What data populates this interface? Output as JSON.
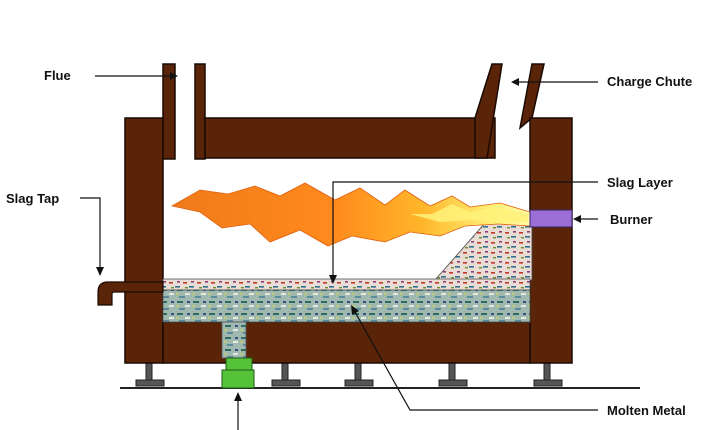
{
  "labels": {
    "flue": "Flue",
    "charge_chute": "Charge Chute",
    "slag_tap": "Slag Tap",
    "slag_layer": "Slag Layer",
    "burner": "Burner",
    "molten_metal": "Molten Metal"
  },
  "colors": {
    "wall": "#5a2408",
    "wall_outline": "#1a0a02",
    "flame_outer": "#f07a1a",
    "flame_mid": "#ffae2a",
    "flame_core": "#fff27a",
    "burner": "#9b6fd6",
    "tap_plug": "#55c23a",
    "support": "#555555",
    "slag_base": "#e9dcd4",
    "metal_base": "#9fb8b0"
  }
}
